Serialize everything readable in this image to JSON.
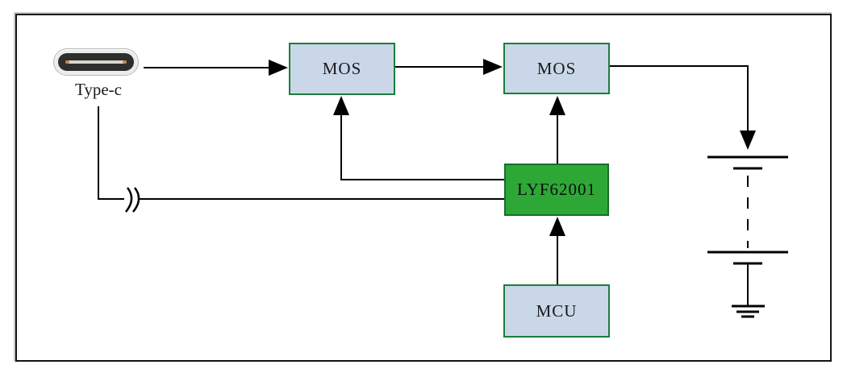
{
  "diagram": {
    "nodes": {
      "typec": {
        "label": "Type-c"
      },
      "mos1": {
        "label": "MOS"
      },
      "mos2": {
        "label": "MOS"
      },
      "lyf62001": {
        "label": "LYF62001"
      },
      "mcu": {
        "label": "MCU"
      }
    },
    "icons": {
      "connector": "type-c-connector-icon",
      "wire_break": "wire-break-icon",
      "battery": "battery-icon",
      "ground": "ground-icon"
    },
    "colors": {
      "block_fill": "#c9d7e9",
      "block_border": "#1b7e3c",
      "chip_fill": "#2da837",
      "chip_border": "#156f28",
      "wire": "#000000",
      "frame_border": "#141414",
      "connector_shell": "#ececec",
      "connector_body": "#2e2e2e",
      "connector_pin": "#c08544",
      "background": "#ffffff"
    }
  }
}
